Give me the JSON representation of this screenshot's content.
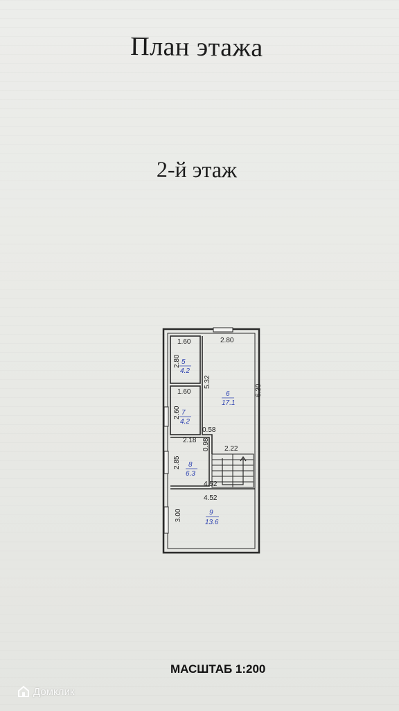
{
  "header": {
    "title": "План этажа",
    "subtitle": "2-й этаж"
  },
  "floorplan": {
    "dimensions": {
      "room5_width": "1.60",
      "room5_height": "2.80",
      "room6_width": "2.80",
      "room6_left": "5.32",
      "room6_right": "6.30",
      "room7_width": "1.60",
      "room7_height": "2.60",
      "corridor_small": "0.58",
      "corridor_small_v": "0.98",
      "room8_width": "2.18",
      "stair_width": "2.22",
      "room8_height": "2.85",
      "room8_bottom": "4.52",
      "room9_width": "4.52",
      "room9_height": "3.00"
    },
    "rooms": [
      {
        "number": "5",
        "area": "4.2"
      },
      {
        "number": "6",
        "area": "17.1"
      },
      {
        "number": "7",
        "area": "4.2"
      },
      {
        "number": "8",
        "area": "6.3"
      },
      {
        "number": "9",
        "area": "13.6"
      }
    ]
  },
  "footer": {
    "scale": "МАСШТАБ 1:200",
    "watermark": "Домклик"
  },
  "colors": {
    "area_text": "#2a3fb0",
    "wall": "#2a2a2a"
  }
}
